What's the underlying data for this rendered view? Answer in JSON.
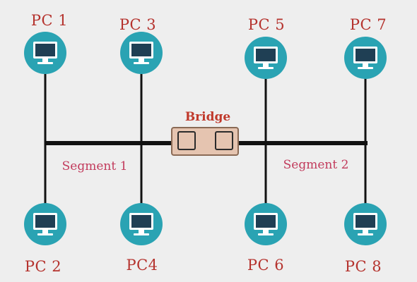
{
  "diagram": {
    "pcs": [
      {
        "id": "pc1",
        "label": "PC 1"
      },
      {
        "id": "pc2",
        "label": "PC 2"
      },
      {
        "id": "pc3",
        "label": "PC 3"
      },
      {
        "id": "pc4",
        "label": "PC4"
      },
      {
        "id": "pc5",
        "label": "PC 5"
      },
      {
        "id": "pc6",
        "label": "PC 6"
      },
      {
        "id": "pc7",
        "label": "PC 7"
      },
      {
        "id": "pc8",
        "label": "PC 8"
      }
    ],
    "bridge": {
      "label": "Bridge"
    },
    "segments": [
      {
        "label": "Segment 1"
      },
      {
        "label": "Segment 2"
      }
    ],
    "icon": "desktop-computer-icon",
    "colors": {
      "background": "#eeeeee",
      "node_circle": "#2aa3b3",
      "pc_label": "#b5332e",
      "segment_label": "#c23b5c",
      "bridge_label": "#c0392b",
      "bridge_fill": "#e5c4b0",
      "bus_line": "#111111"
    }
  }
}
